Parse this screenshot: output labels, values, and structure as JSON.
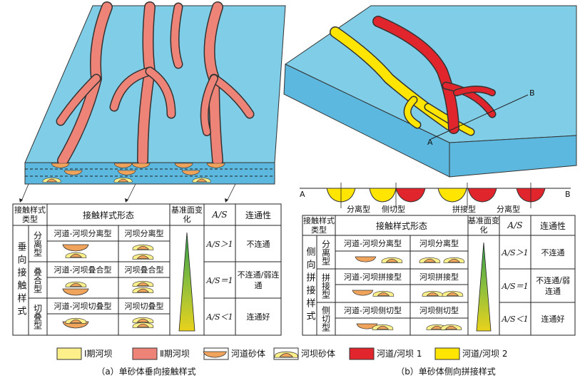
{
  "colors": {
    "block_top": "#7fcde7",
    "block_side": "#5cb8de",
    "channel_red": "#ee8477",
    "channel_yellow": "#fdf08a",
    "red": "#e0262c",
    "yellow": "#ffe500",
    "sand_orange": "#f0a35a"
  },
  "panel_a": {
    "table": {
      "header": {
        "col1": "接触样式类型",
        "col2": "接触样式形态",
        "col3": "基准面变化",
        "col4": "A/S",
        "col5": "连通性"
      },
      "group_label": "垂向接触样式",
      "rows": [
        {
          "type": "分离型",
          "left": "河道-河坝分离型",
          "right": "河坝分离型",
          "ratio": "A/S＞1",
          "conn": "不连通"
        },
        {
          "type": "叠合型",
          "left": "河道-河坝叠合型",
          "right": "河坝叠合型",
          "ratio": "A/S＝1",
          "conn": "不连通/弱连通"
        },
        {
          "type": "切叠型",
          "left": "河道-河坝切叠型",
          "right": "河坝切叠型",
          "ratio": "A/S＜1",
          "conn": "连通好"
        }
      ]
    },
    "caption": "（a）单砂体垂向接触样式"
  },
  "panel_b": {
    "section": {
      "a_label": "A",
      "b_label": "B",
      "labels": [
        "分离型",
        "侧切型",
        "拼接型",
        "分离型"
      ]
    },
    "table": {
      "header": {
        "col1": "接触样式类型",
        "col2": "接触样式形态",
        "col3": "基准面变化",
        "col4": "A/S",
        "col5": "连通性"
      },
      "group_label": "侧向拼接样式",
      "rows": [
        {
          "type": "分离型",
          "left": "河道-河坝分离型",
          "right": "河坝分离型",
          "ratio": "A/S＞1",
          "conn": "不连通"
        },
        {
          "type": "拼接型",
          "left": "河道-河坝拼接型",
          "right": "河坝拼接型",
          "ratio": "A/S＝1",
          "conn": "不连通/弱连通"
        },
        {
          "type": "侧切型",
          "left": "河道-河坝侧切型",
          "right": "河坝侧切型",
          "ratio": "A/S＜1",
          "conn": "连通好"
        }
      ]
    },
    "caption": "（b）单砂体侧向拼接样式"
  },
  "legend": [
    {
      "icon": "yellow-box",
      "label": "Ⅰ期河坝"
    },
    {
      "icon": "salmon-box",
      "label": "Ⅱ期河坝"
    },
    {
      "icon": "channel-sand",
      "label": "河道砂体"
    },
    {
      "icon": "bar-sand",
      "label": "河坝砂体"
    },
    {
      "icon": "red-box",
      "label": "河道/河坝 1"
    },
    {
      "icon": "yellow2-box",
      "label": "河道/河坝 2"
    }
  ]
}
